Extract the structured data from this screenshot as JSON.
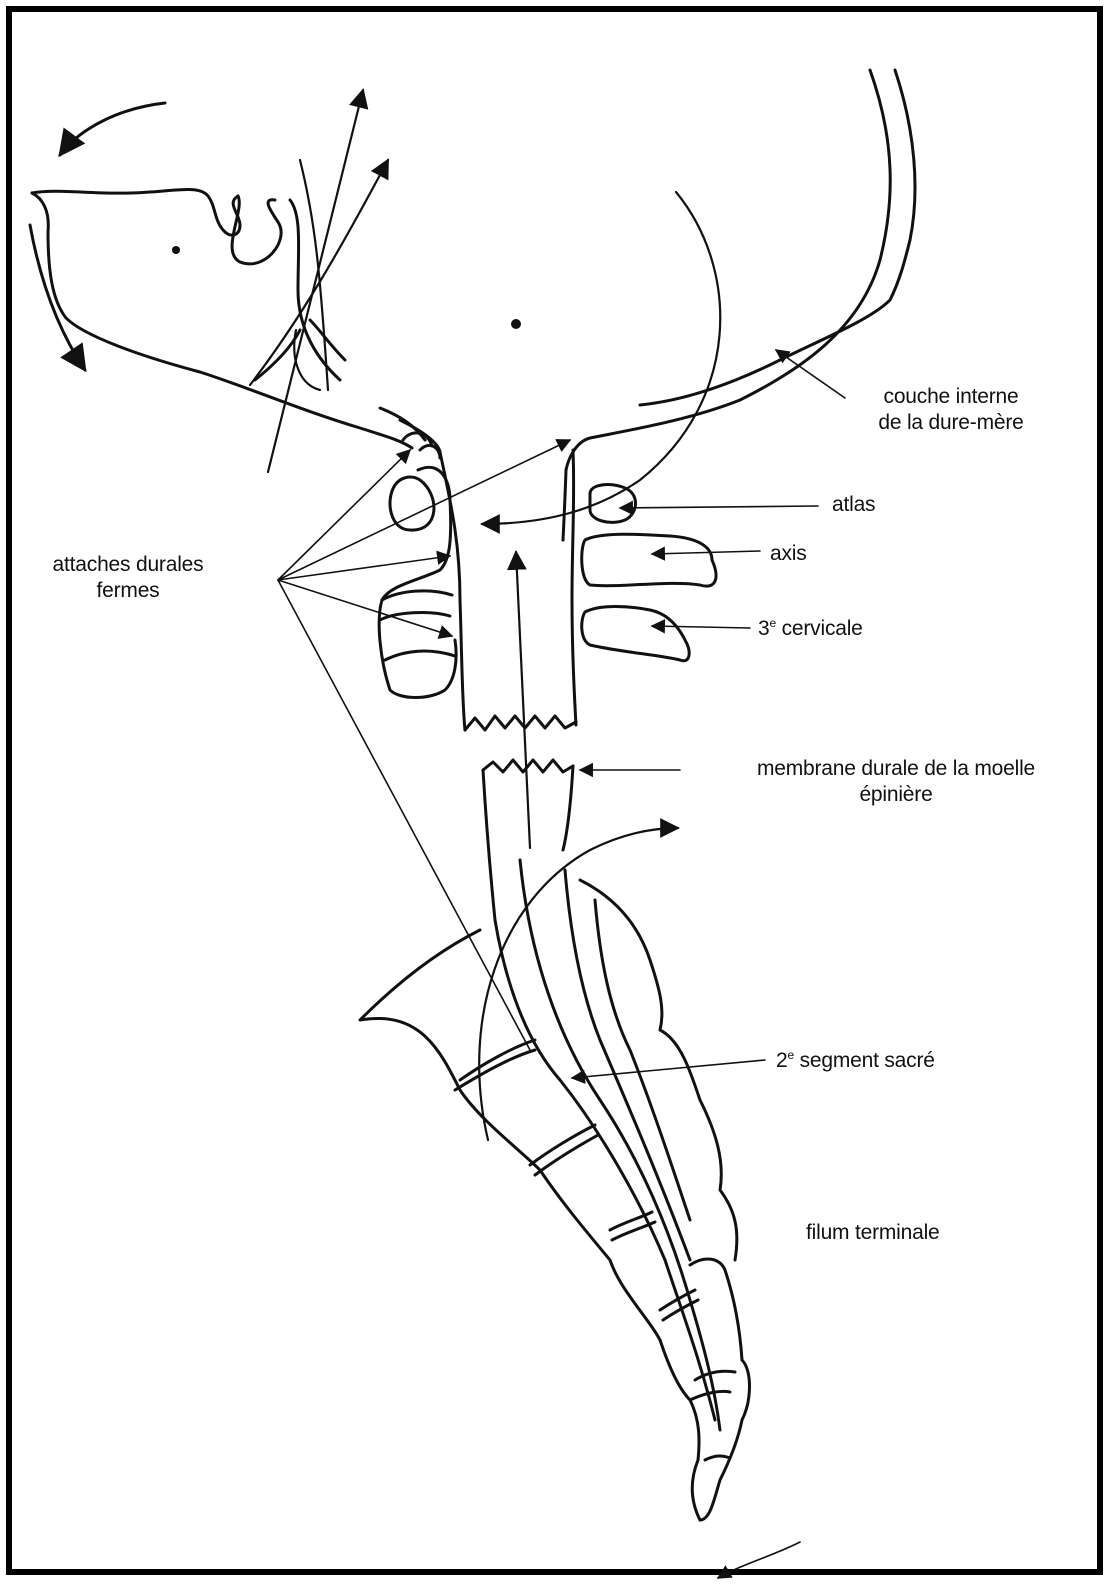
{
  "labels": {
    "couche_interne_1": "couche interne",
    "couche_interne_2": "de la dure-mère",
    "atlas": "atlas",
    "axis": "axis",
    "cervicale_num": "3",
    "cervicale_sup": "e",
    "cervicale_text": " cervicale",
    "attaches_1": "attaches durales",
    "attaches_2": "fermes",
    "membrane_1": "membrane durale de la moelle",
    "membrane_2": "épinière",
    "sacre_num": "2",
    "sacre_sup": "e",
    "sacre_text": " segment sacré",
    "filum": "filum terminale"
  },
  "colors": {
    "ink": "#111111",
    "border": "#000000",
    "background": "#ffffff"
  }
}
